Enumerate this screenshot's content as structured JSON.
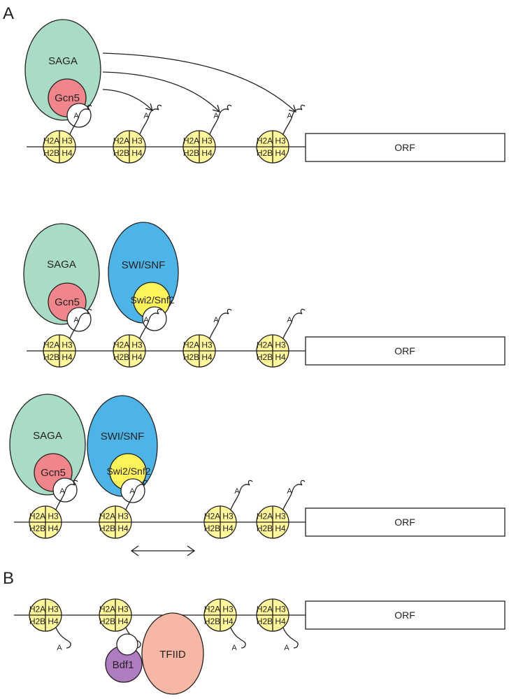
{
  "panels": {
    "a": "A",
    "b": "B"
  },
  "histones": {
    "h2a": "H2A",
    "h3": "H3",
    "h2b": "H2B",
    "h4": "H4"
  },
  "acetyl_mark": "A",
  "orf_label": "ORF",
  "proteins": {
    "saga": "SAGA",
    "gcn5": "Gcn5",
    "swi_snf": "SWI/SNF",
    "swi2_snf2": "Swi2/Snf2",
    "tfiid": "TFIID",
    "bdf1": "Bdf1"
  },
  "colors": {
    "saga": "#a8dcc4",
    "gcn5": "#f0868c",
    "swi_snf": "#4cb4e6",
    "swi2_snf2": "#fff35a",
    "nucleosome": "#fff799",
    "tfiid": "#f6b8a4",
    "bdf1": "#b07cc0",
    "line": "#231f20"
  }
}
